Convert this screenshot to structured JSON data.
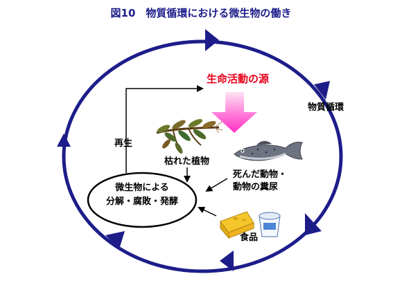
{
  "title": "図10　物質循環における微生物の働き",
  "labels": {
    "source": "生命活動の源",
    "cycle": "物質循環",
    "regeneration": "再生",
    "plants": "枯れた植物",
    "animals_line1": "死んだ動物・",
    "animals_line2": "動物の糞尿",
    "food": "食品",
    "microbe_line1": "微生物による",
    "microbe_line2": "分解・腐敗・発酵"
  },
  "colors": {
    "title": "#1d1d8a",
    "cycle_ring": "#1d1d8a",
    "source_text": "#e8001c",
    "source_arrow": "#ff44c8"
  },
  "icons": {
    "plant": "withered-plant-icon",
    "fish": "dead-fish-icon",
    "cheese": "cheese-icon",
    "yogurt": "yogurt-cup-icon"
  }
}
